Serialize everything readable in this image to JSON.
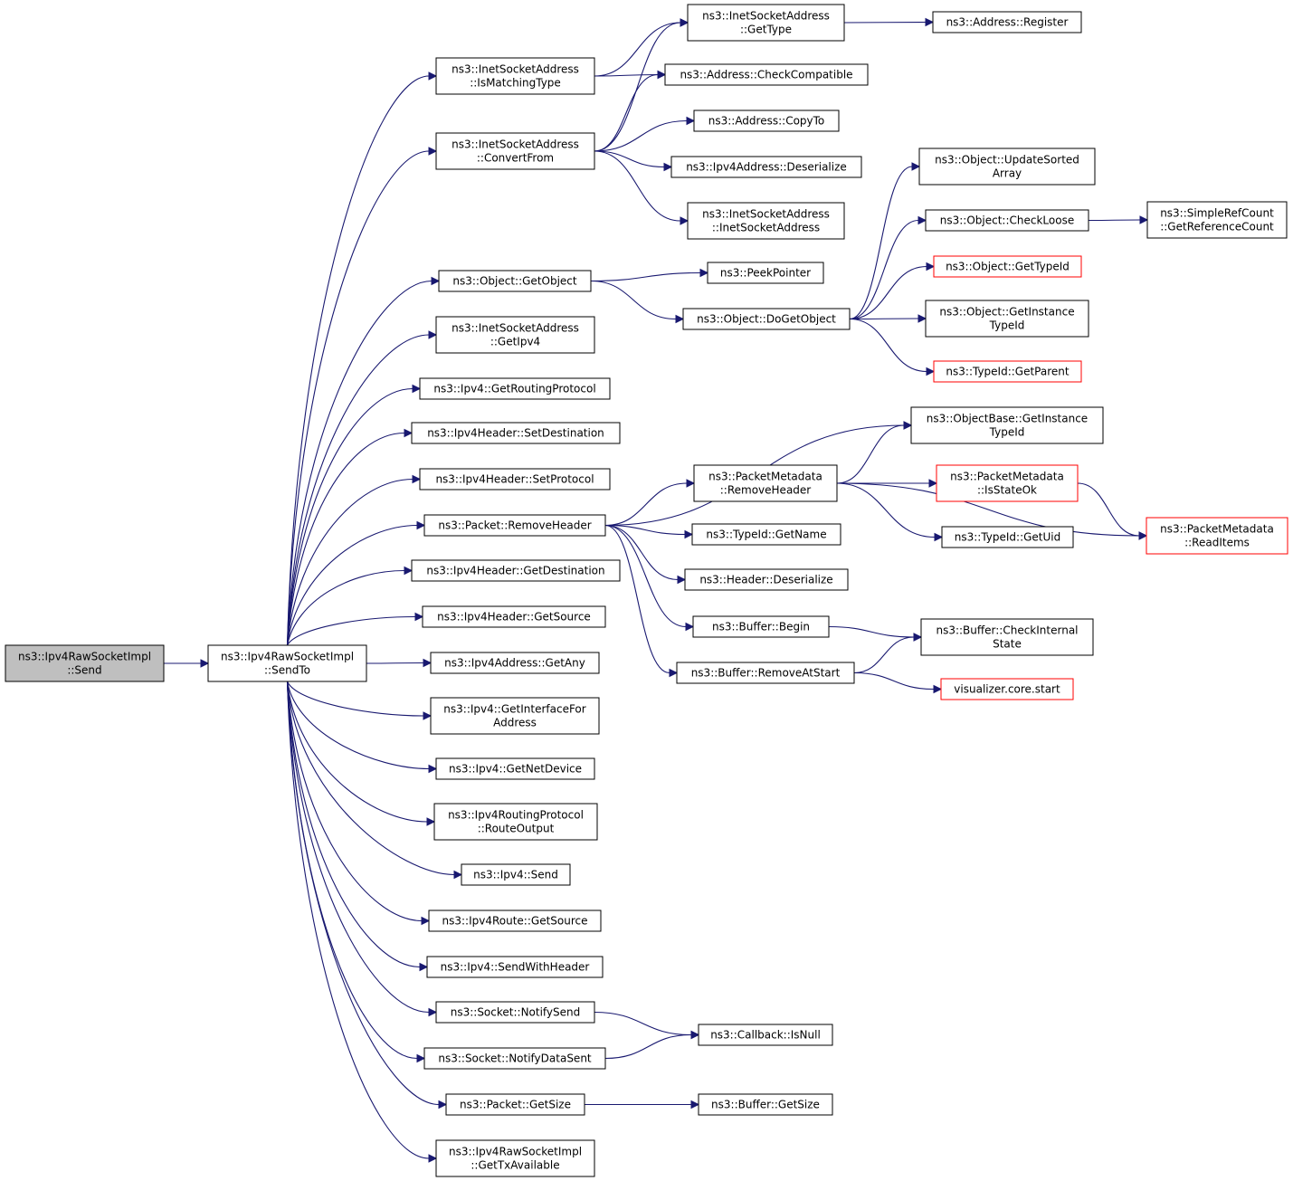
{
  "graph": {
    "colors": {
      "edge": "#191970",
      "root_fill": "#bfbfbf",
      "truncated_border": "#ff0000",
      "normal_border": "#000000"
    },
    "nodes": [
      {
        "id": "send",
        "lines": [
          "ns3::Ipv4RawSocketImpl",
          "::Send"
        ],
        "style": "root"
      },
      {
        "id": "sendto",
        "lines": [
          "ns3::Ipv4RawSocketImpl",
          "::SendTo"
        ]
      },
      {
        "id": "ismatch",
        "lines": [
          "ns3::InetSocketAddress",
          "::IsMatchingType"
        ]
      },
      {
        "id": "convfrom",
        "lines": [
          "ns3::InetSocketAddress",
          "::ConvertFrom"
        ]
      },
      {
        "id": "getobj",
        "lines": [
          "ns3::Object::GetObject"
        ]
      },
      {
        "id": "getipv4",
        "lines": [
          "ns3::InetSocketAddress",
          "::GetIpv4"
        ]
      },
      {
        "id": "getrouting",
        "lines": [
          "ns3::Ipv4::GetRoutingProtocol"
        ]
      },
      {
        "id": "setdest",
        "lines": [
          "ns3::Ipv4Header::SetDestination"
        ]
      },
      {
        "id": "setproto",
        "lines": [
          "ns3::Ipv4Header::SetProtocol"
        ]
      },
      {
        "id": "pktremhdr",
        "lines": [
          "ns3::Packet::RemoveHeader"
        ]
      },
      {
        "id": "getdest",
        "lines": [
          "ns3::Ipv4Header::GetDestination"
        ]
      },
      {
        "id": "getsrc",
        "lines": [
          "ns3::Ipv4Header::GetSource"
        ]
      },
      {
        "id": "getany",
        "lines": [
          "ns3::Ipv4Address::GetAny"
        ]
      },
      {
        "id": "getiface",
        "lines": [
          "ns3::Ipv4::GetInterfaceFor",
          "Address"
        ]
      },
      {
        "id": "getnetdev",
        "lines": [
          "ns3::Ipv4::GetNetDevice"
        ]
      },
      {
        "id": "routeout",
        "lines": [
          "ns3::Ipv4RoutingProtocol",
          "::RouteOutput"
        ]
      },
      {
        "id": "ipv4send",
        "lines": [
          "ns3::Ipv4::Send"
        ]
      },
      {
        "id": "routegetsrc",
        "lines": [
          "ns3::Ipv4Route::GetSource"
        ]
      },
      {
        "id": "sendwithhdr",
        "lines": [
          "ns3::Ipv4::SendWithHeader"
        ]
      },
      {
        "id": "notifysend",
        "lines": [
          "ns3::Socket::NotifySend"
        ]
      },
      {
        "id": "notifydata",
        "lines": [
          "ns3::Socket::NotifyDataSent"
        ]
      },
      {
        "id": "pktgetsize",
        "lines": [
          "ns3::Packet::GetSize"
        ]
      },
      {
        "id": "gettxavail",
        "lines": [
          "ns3::Ipv4RawSocketImpl",
          "::GetTxAvailable"
        ]
      },
      {
        "id": "gettype",
        "lines": [
          "ns3::InetSocketAddress",
          "::GetType"
        ]
      },
      {
        "id": "register",
        "lines": [
          "ns3::Address::Register"
        ]
      },
      {
        "id": "checkcompat",
        "lines": [
          "ns3::Address::CheckCompatible"
        ]
      },
      {
        "id": "copyto",
        "lines": [
          "ns3::Address::CopyTo"
        ]
      },
      {
        "id": "deser",
        "lines": [
          "ns3::Ipv4Address::Deserialize"
        ]
      },
      {
        "id": "inetsockaddr",
        "lines": [
          "ns3::InetSocketAddress",
          "::InetSocketAddress"
        ]
      },
      {
        "id": "peekptr",
        "lines": [
          "ns3::PeekPointer"
        ]
      },
      {
        "id": "dogetobj",
        "lines": [
          "ns3::Object::DoGetObject"
        ]
      },
      {
        "id": "updsorted",
        "lines": [
          "ns3::Object::UpdateSorted",
          "Array"
        ]
      },
      {
        "id": "checkloose",
        "lines": [
          "ns3::Object::CheckLoose"
        ]
      },
      {
        "id": "getrefcount",
        "lines": [
          "ns3::SimpleRefCount",
          "::GetReferenceCount"
        ]
      },
      {
        "id": "objgettypeid",
        "lines": [
          "ns3::Object::GetTypeId"
        ],
        "style": "red"
      },
      {
        "id": "getinsttypeid",
        "lines": [
          "ns3::Object::GetInstance",
          "TypeId"
        ]
      },
      {
        "id": "getparent",
        "lines": [
          "ns3::TypeId::GetParent"
        ],
        "style": "red"
      },
      {
        "id": "objbaseinst",
        "lines": [
          "ns3::ObjectBase::GetInstance",
          "TypeId"
        ]
      },
      {
        "id": "pmremhdr",
        "lines": [
          "ns3::PacketMetadata",
          "::RemoveHeader"
        ]
      },
      {
        "id": "isstateok",
        "lines": [
          "ns3::PacketMetadata",
          "::IsStateOk"
        ],
        "style": "red"
      },
      {
        "id": "readitems",
        "lines": [
          "ns3::PacketMetadata",
          "::ReadItems"
        ],
        "style": "red"
      },
      {
        "id": "getuid",
        "lines": [
          "ns3::TypeId::GetUid"
        ]
      },
      {
        "id": "getname",
        "lines": [
          "ns3::TypeId::GetName"
        ]
      },
      {
        "id": "hdrdeser",
        "lines": [
          "ns3::Header::Deserialize"
        ]
      },
      {
        "id": "bufbegin",
        "lines": [
          "ns3::Buffer::Begin"
        ]
      },
      {
        "id": "checkinternal",
        "lines": [
          "ns3::Buffer::CheckInternal",
          "State"
        ]
      },
      {
        "id": "removeatstart",
        "lines": [
          "ns3::Buffer::RemoveAtStart"
        ]
      },
      {
        "id": "vizstart",
        "lines": [
          "visualizer.core.start"
        ],
        "style": "red"
      },
      {
        "id": "isnull",
        "lines": [
          "ns3::Callback::IsNull"
        ]
      },
      {
        "id": "bufgetsize",
        "lines": [
          "ns3::Buffer::GetSize"
        ]
      }
    ],
    "edges": [
      [
        "send",
        "sendto"
      ],
      [
        "sendto",
        "ismatch"
      ],
      [
        "sendto",
        "convfrom"
      ],
      [
        "sendto",
        "getobj"
      ],
      [
        "sendto",
        "getipv4"
      ],
      [
        "sendto",
        "getrouting"
      ],
      [
        "sendto",
        "setdest"
      ],
      [
        "sendto",
        "setproto"
      ],
      [
        "sendto",
        "pktremhdr"
      ],
      [
        "sendto",
        "getdest"
      ],
      [
        "sendto",
        "getsrc"
      ],
      [
        "sendto",
        "getany"
      ],
      [
        "sendto",
        "getiface"
      ],
      [
        "sendto",
        "getnetdev"
      ],
      [
        "sendto",
        "routeout"
      ],
      [
        "sendto",
        "ipv4send"
      ],
      [
        "sendto",
        "routegetsrc"
      ],
      [
        "sendto",
        "sendwithhdr"
      ],
      [
        "sendto",
        "notifysend"
      ],
      [
        "sendto",
        "notifydata"
      ],
      [
        "sendto",
        "pktgetsize"
      ],
      [
        "sendto",
        "gettxavail"
      ],
      [
        "ismatch",
        "gettype"
      ],
      [
        "ismatch",
        "checkcompat"
      ],
      [
        "gettype",
        "register"
      ],
      [
        "convfrom",
        "gettype"
      ],
      [
        "convfrom",
        "checkcompat"
      ],
      [
        "convfrom",
        "copyto"
      ],
      [
        "convfrom",
        "deser"
      ],
      [
        "convfrom",
        "inetsockaddr"
      ],
      [
        "getobj",
        "peekptr"
      ],
      [
        "getobj",
        "dogetobj"
      ],
      [
        "dogetobj",
        "updsorted"
      ],
      [
        "dogetobj",
        "checkloose"
      ],
      [
        "dogetobj",
        "objgettypeid"
      ],
      [
        "dogetobj",
        "getinsttypeid"
      ],
      [
        "dogetobj",
        "getparent"
      ],
      [
        "checkloose",
        "getrefcount"
      ],
      [
        "pktremhdr",
        "objbaseinst"
      ],
      [
        "pktremhdr",
        "pmremhdr"
      ],
      [
        "pktremhdr",
        "getname"
      ],
      [
        "pktremhdr",
        "hdrdeser"
      ],
      [
        "pktremhdr",
        "bufbegin"
      ],
      [
        "pktremhdr",
        "removeatstart"
      ],
      [
        "pmremhdr",
        "objbaseinst"
      ],
      [
        "pmremhdr",
        "isstateok"
      ],
      [
        "pmremhdr",
        "getuid"
      ],
      [
        "pmremhdr",
        "readitems"
      ],
      [
        "isstateok",
        "readitems"
      ],
      [
        "bufbegin",
        "checkinternal"
      ],
      [
        "removeatstart",
        "checkinternal"
      ],
      [
        "removeatstart",
        "vizstart"
      ],
      [
        "notifysend",
        "isnull"
      ],
      [
        "notifydata",
        "isnull"
      ],
      [
        "pktgetsize",
        "bufgetsize"
      ]
    ]
  }
}
